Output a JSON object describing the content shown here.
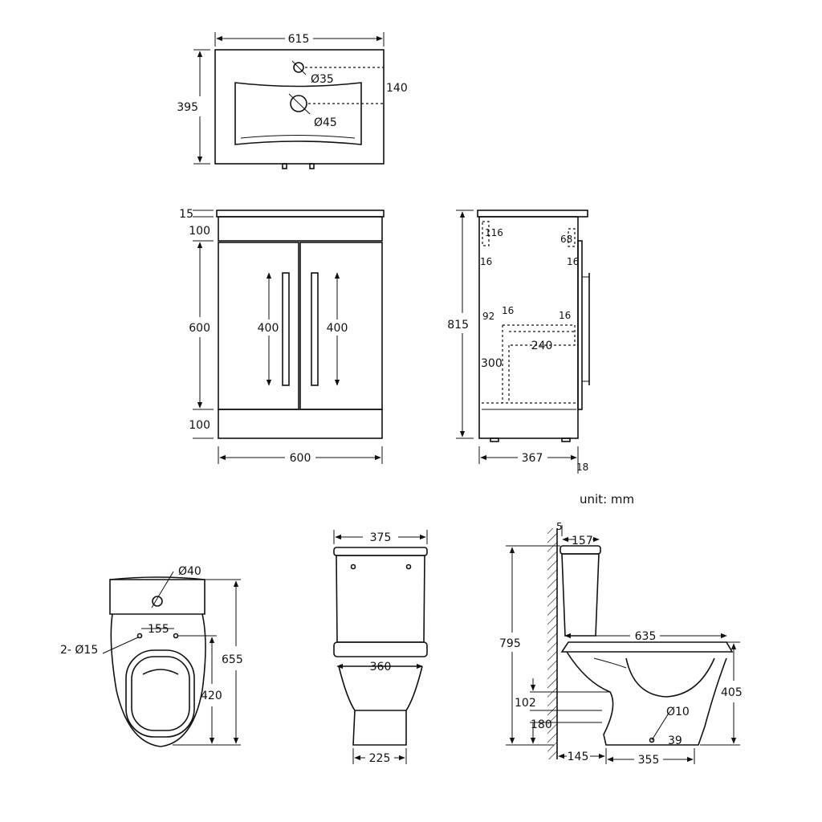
{
  "unit_label": "unit: mm",
  "basin_top": {
    "width": "615",
    "depth": "395",
    "tap_hole": "Ø35",
    "waste_hole": "Ø45",
    "hole_offset": "140"
  },
  "vanity_front": {
    "top_thickness": "15",
    "drawer_height": "100",
    "door_height": "600",
    "plinth_height": "100",
    "handle_left": "400",
    "handle_right": "400",
    "width": "600"
  },
  "vanity_side": {
    "height": "815",
    "internal_top_left": "116",
    "internal_top_right": "68",
    "edge_left": "16",
    "edge_right": "16",
    "shelf_gap": "92",
    "shelf_thk_left": "16",
    "shelf_thk_right": "16",
    "shelf_depth": "240",
    "lower_height": "300",
    "depth": "367",
    "door_thk": "18"
  },
  "wc_top": {
    "cistern_hole": "Ø40",
    "fixing_spacing": "155",
    "fixing_holes": "2- Ø15",
    "overall_length": "655",
    "fixing_to_front": "420"
  },
  "wc_front": {
    "cistern_width": "375",
    "seat_width": "360",
    "foot_width": "225"
  },
  "wc_side": {
    "wall_gap": "5",
    "cistern_depth": "157",
    "overall_height": "795",
    "length": "635",
    "rim_height": "405",
    "inlet_height": "102",
    "outlet_height": "180",
    "floor_fix": "Ø10",
    "fix_height": "39",
    "wall_to_outlet": "145",
    "outlet_to_fix": "355"
  }
}
